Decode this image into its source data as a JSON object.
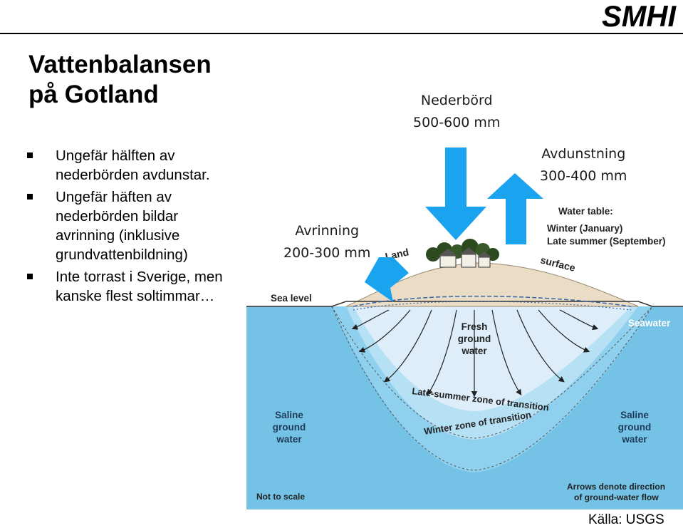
{
  "logo": "SMHI",
  "title": {
    "line1": "Vattenbalansen",
    "line2": "på Gotland"
  },
  "bullets": [
    "Ungefär hälften av nederbörden avdunstar.",
    "Ungefär häften av nederbörden bildar avrinning (inklusive grundvattenbildning)",
    "Inte torrast i Sverige, men kanske flest soltimmar…"
  ],
  "annotations": {
    "precip_label": "Nederbörd",
    "precip_value": "500-600 mm",
    "evap_label": "Avdunstning",
    "evap_value": "300-400 mm",
    "runoff_label": "Avrinning",
    "runoff_value": "200-300 mm"
  },
  "diagram": {
    "water_table_title": "Water table:",
    "water_table_winter": "Winter (January)",
    "water_table_summer": "Late summer (September)",
    "land": "Land",
    "surface": "surface",
    "sea_level": "Sea level",
    "fresh_1": "Fresh",
    "fresh_2": "ground",
    "fresh_3": "water",
    "seawater": "Seawater",
    "saline_1": "Saline",
    "saline_2": "ground",
    "saline_3": "water",
    "late_summer_zone": "Late-summer zone of transition",
    "winter_zone": "Winter zone of transition",
    "not_to_scale": "Not to scale",
    "arrows_note_1": "Arrows denote direction",
    "arrows_note_2": "of ground-water flow"
  },
  "credit": "Källa: USGS",
  "colors": {
    "arrow": "#1aa3ee",
    "sea": "#74c3e6",
    "saline": "#8fd0ee",
    "fresh": "#ddeefa",
    "land": "#ebdcc6"
  }
}
